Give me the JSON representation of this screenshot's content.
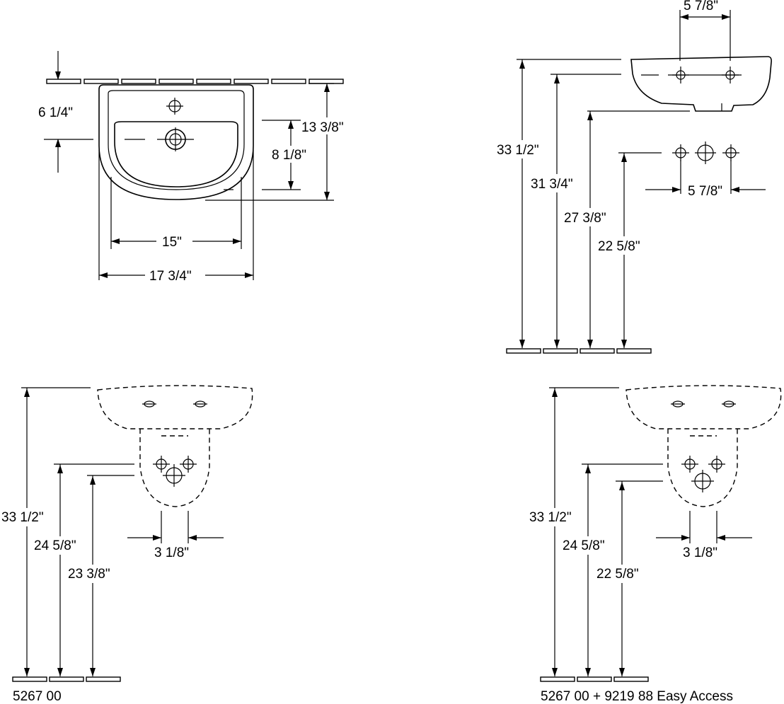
{
  "top_view": {
    "dim_depth_to_hole": "6 1/4\"",
    "dim_total_depth": "13 3/8\"",
    "dim_bowl_depth": "8 1/8\"",
    "dim_bowl_width": "15\"",
    "dim_total_width": "17 3/4\""
  },
  "side_view": {
    "dim_faucet_spread_top": "5 7/8\"",
    "dim_faucet_spread": "5 7/8\"",
    "dim_rim_height": "33 1/2\"",
    "dim_faucet_height": "31 3/4\"",
    "dim_bottom_height": "27 3/8\"",
    "dim_supply_height": "22 5/8\""
  },
  "front_left": {
    "dim_rim_height": "33 1/2\"",
    "dim_supply_height": "24 5/8\"",
    "dim_drain_height": "23 3/8\"",
    "dim_offset": "3 1/8\"",
    "caption": "5267 00"
  },
  "front_right": {
    "dim_rim_height": "33 1/2\"",
    "dim_supply_height": "24 5/8\"",
    "dim_drain_height": "22 5/8\"",
    "dim_offset": "3 1/8\"",
    "caption": "5267 00 + 9219 88 Easy Access"
  }
}
